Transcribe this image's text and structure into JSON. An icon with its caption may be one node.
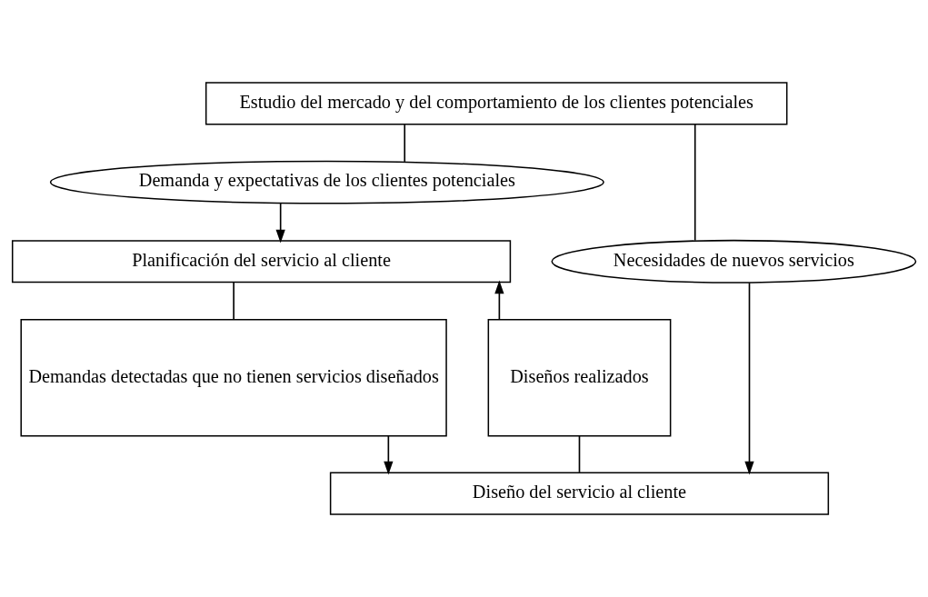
{
  "diagram": {
    "nodes": [
      {
        "text": [
          "Estudio del mercado y del comportamiento de los clientes potenciales"
        ]
      },
      {
        "text": [
          "Demanda y expectativas de los clientes potenciales"
        ]
      },
      {
        "text": [
          "Planificación del servicio al cliente"
        ]
      },
      {
        "text": [
          "Demandas detectadas que no tienen servicios diseñados"
        ]
      },
      {
        "text": [
          "Diseños realizados"
        ]
      },
      {
        "text": [
          "Diseño del servicio al cliente"
        ]
      },
      {
        "text": [
          "Necesidades de nuevos servicios"
        ]
      }
    ],
    "edges": [
      {
        "from": 0,
        "to": 1,
        "arrow": "none"
      },
      {
        "from": 1,
        "to": 2,
        "arrow": "to"
      },
      {
        "from": 2,
        "to": 3,
        "arrow": "none"
      },
      {
        "from": 3,
        "to": 5,
        "arrow": "to"
      },
      {
        "from": 5,
        "to": 4,
        "arrow": "none"
      },
      {
        "from": 4,
        "to": 2,
        "arrow": "to"
      },
      {
        "from": 0,
        "to": 6,
        "arrow": "none"
      },
      {
        "from": 6,
        "to": 5,
        "arrow": "to"
      }
    ]
  }
}
